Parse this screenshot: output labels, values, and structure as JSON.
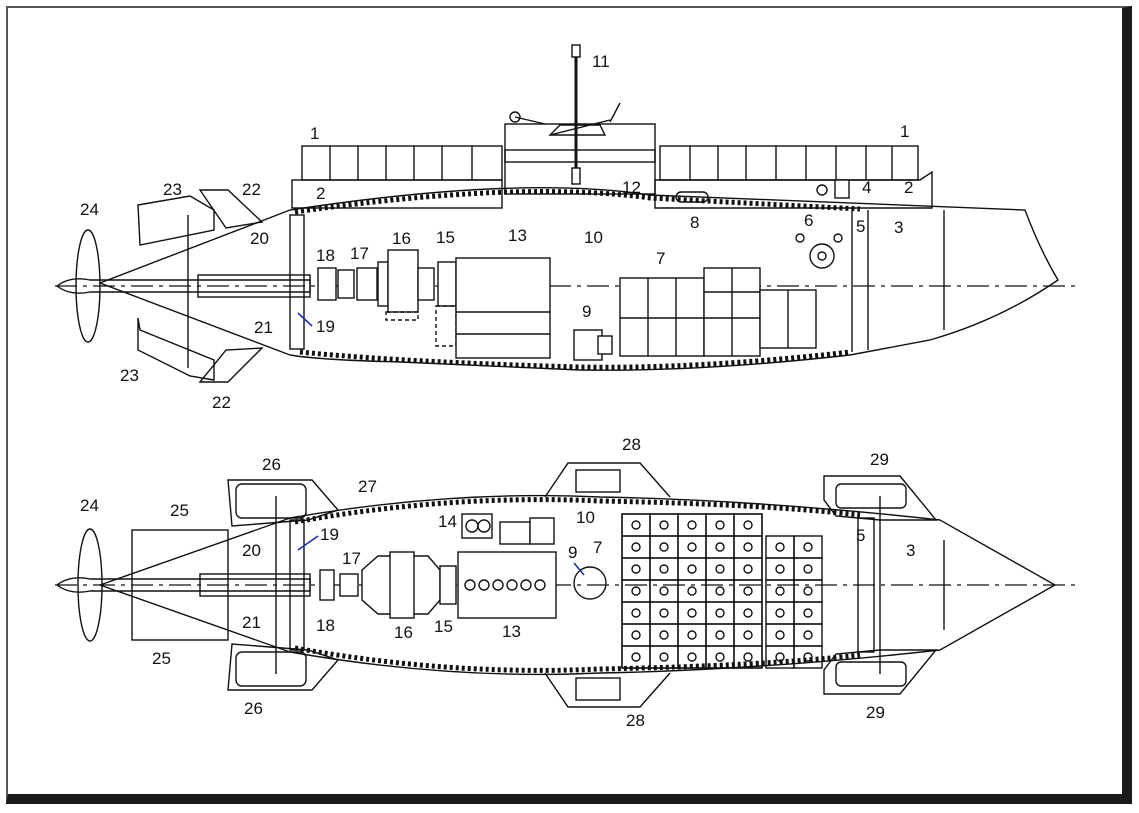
{
  "side_view": {
    "labels": [
      "1",
      "1",
      "2",
      "2",
      "3",
      "4",
      "5",
      "6",
      "7",
      "8",
      "9",
      "10",
      "11",
      "12",
      "13",
      "15",
      "16",
      "17",
      "18",
      "19",
      "20",
      "21",
      "22",
      "22",
      "23",
      "23",
      "24"
    ]
  },
  "top_view": {
    "labels": [
      "3",
      "5",
      "7",
      "9",
      "10",
      "13",
      "14",
      "15",
      "16",
      "17",
      "18",
      "19",
      "20",
      "21",
      "24",
      "25",
      "25",
      "26",
      "26",
      "27",
      "28",
      "28",
      "29",
      "29"
    ]
  },
  "colors": {
    "line": "#111111",
    "pointer": "#1c2fb0",
    "frame_shadow": "#1a1a1a"
  }
}
